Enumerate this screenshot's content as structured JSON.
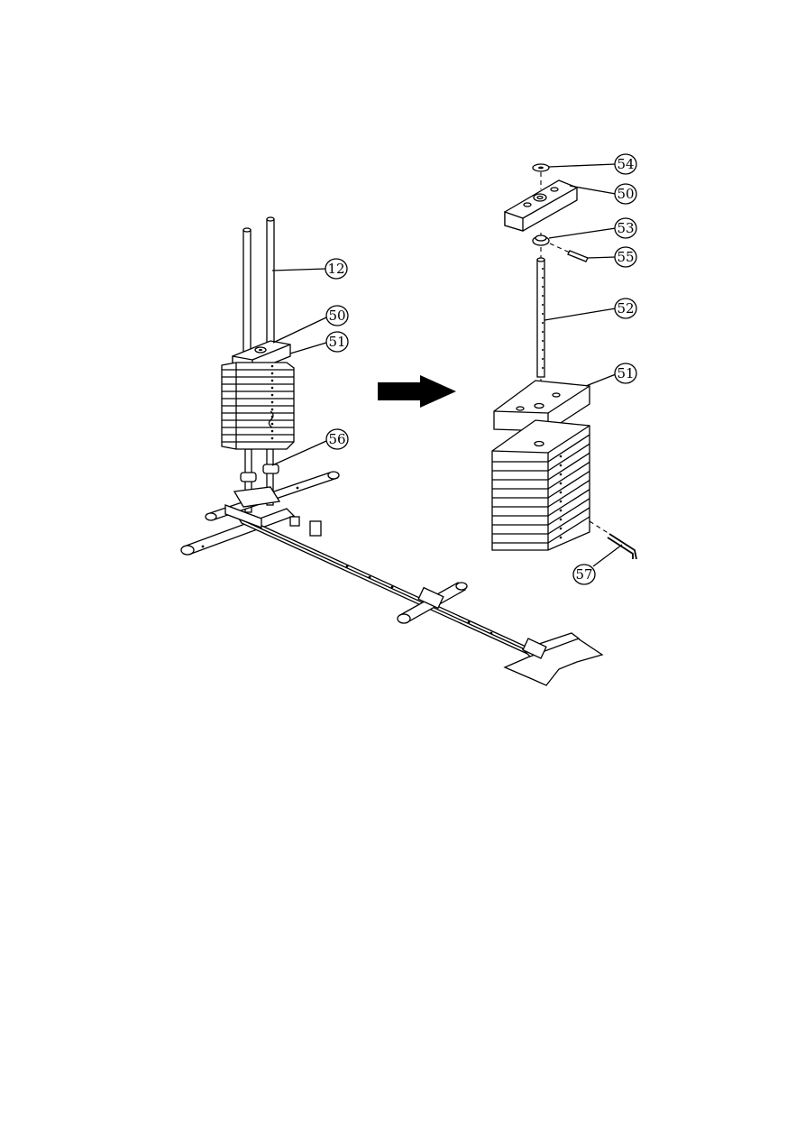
{
  "callouts": {
    "c12": "12",
    "c50_left": "50",
    "c51_left": "51",
    "c56": "56",
    "c54": "54",
    "c50_right": "50",
    "c53": "53",
    "c55": "55",
    "c52": "52",
    "c51_right": "51",
    "c57": "57"
  },
  "icons": {
    "arrow": "right-arrow-icon"
  },
  "colors": {
    "ink": "#000000",
    "paper": "#ffffff"
  }
}
